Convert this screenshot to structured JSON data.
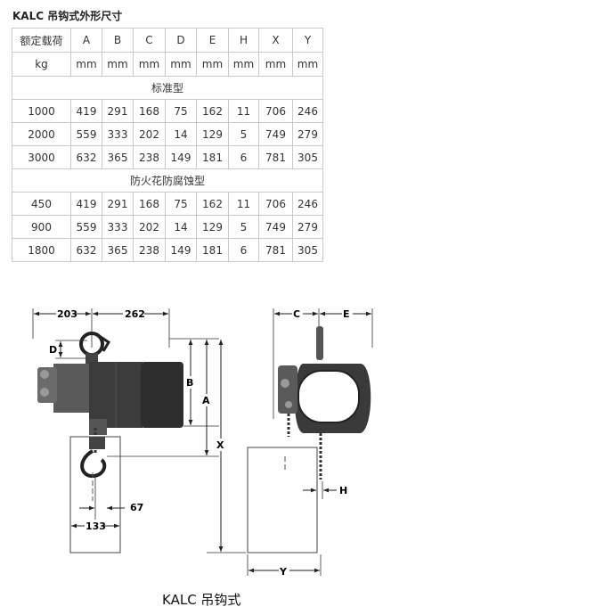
{
  "title": "KALC 吊钩式外形尺寸",
  "table": {
    "header_row1": [
      "额定载荷",
      "A",
      "B",
      "C",
      "D",
      "E",
      "H",
      "X",
      "Y"
    ],
    "header_row2": [
      "kg",
      "mm",
      "mm",
      "mm",
      "mm",
      "mm",
      "mm",
      "mm",
      "mm"
    ],
    "sections": [
      {
        "name": "标准型",
        "rows": [
          [
            "1000",
            "419",
            "291",
            "168",
            "75",
            "162",
            "11",
            "706",
            "246"
          ],
          [
            "2000",
            "559",
            "333",
            "202",
            "14",
            "129",
            "5",
            "749",
            "279"
          ],
          [
            "3000",
            "632",
            "365",
            "238",
            "149",
            "181",
            "6",
            "781",
            "305"
          ]
        ]
      },
      {
        "name": "防火花防腐蚀型",
        "rows": [
          [
            "450",
            "419",
            "291",
            "168",
            "75",
            "162",
            "11",
            "706",
            "246"
          ],
          [
            "900",
            "559",
            "333",
            "202",
            "14",
            "129",
            "5",
            "749",
            "279"
          ],
          [
            "1800",
            "632",
            "365",
            "238",
            "149",
            "181",
            "6",
            "781",
            "305"
          ]
        ]
      }
    ]
  },
  "diagram": {
    "dim_203": "203",
    "dim_262": "262",
    "dim_D": "D",
    "dim_B": "B",
    "dim_A": "A",
    "dim_X": "X",
    "dim_67": "67",
    "dim_133": "133",
    "dim_C": "C",
    "dim_E": "E",
    "dim_H": "H",
    "dim_Y": "Y"
  },
  "caption": "KALC 吊钩式"
}
